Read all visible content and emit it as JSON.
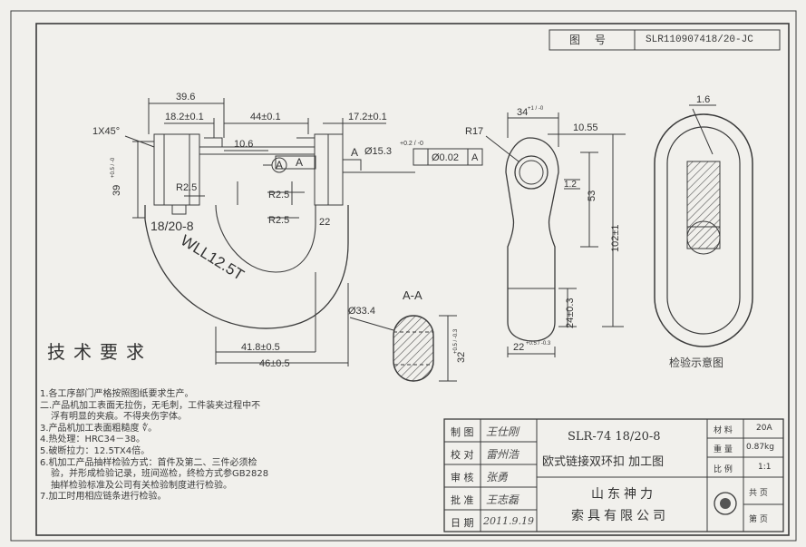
{
  "drawing_number": {
    "label": "图 号",
    "value": "SLR110907418/20-JC"
  },
  "dims_front": {
    "chamfer": "1X45°",
    "width_39_6": "39.6",
    "slot_18_2": "18.2±0.1",
    "center_44": "44±0.1",
    "lug_17_2": "17.2±0.1",
    "offset_10_6": "10.6",
    "height_39": "39",
    "height_39_tol": "+0.5 / -0",
    "radius_2_5_left": "R2.5",
    "radius_2_5_a": "R2.5",
    "radius_2_5_b": "R2.5",
    "dim_22": "22",
    "section_marker": "A",
    "datum_a": "A",
    "hole_dia": "Ø15.3",
    "hole_tol": "+0.2 / -0",
    "position_tol": "Ø0.02",
    "datum_ref": "A",
    "size_marking": "18/20-8",
    "wll_marking": "WLL12.5T",
    "dim_41_8": "41.8±0.5",
    "dim_46": "46±0.5"
  },
  "dims_side": {
    "width_34": "34",
    "width_34_tol": "+1 / -0",
    "radius_17": "R17",
    "dim_10_55": "10.55",
    "dim_1_2": "1.2",
    "dim_53": "53",
    "length_102": "102±1",
    "dim_24": "24±0.3",
    "dim_22": "22",
    "dim_22_tol": "+0.5 / -0.3"
  },
  "section_aa": {
    "label": "A-A",
    "dia": "Ø33.4",
    "height_32": "32",
    "height_32_tol": "+0.5 / -0.3"
  },
  "inspection": {
    "dim_1_6": "1.6",
    "caption": "检验示意图"
  },
  "notes": {
    "title": "技术要求",
    "items": [
      {
        "text": "1.各工序部门严格按照图纸要求生产。"
      },
      {
        "text": "二.产品机加工表面无拉伤，无毛刺，工件装夹过程中不"
      },
      {
        "text": "浮有明显的夹痕。不得夹伤字体。",
        "cont": true
      },
      {
        "text": "3.产品机加工表面粗糙度 ∜。"
      },
      {
        "text": "4.热处理：HRC34－38。"
      },
      {
        "text": "5.破断拉力：12.5TX4倍。"
      },
      {
        "text": "6.机加工产品抽样检验方式：首件及第二、三件必须检"
      },
      {
        "text": "验，并形成检验记录，班间巡检，终检方式参GB2828",
        "cont": true
      },
      {
        "text": "抽样检验标准及公司有关检验制度进行检验。",
        "cont": true
      },
      {
        "text": "7.加工时用相应链条进行检验。"
      }
    ]
  },
  "title_block": {
    "roles": [
      "制 图",
      "校 对",
      "审 核",
      "批 准",
      "日 期"
    ],
    "signatures": [
      "王仕刚",
      "雷州浩",
      "张勇",
      "王志磊",
      "2011.9.19"
    ],
    "part_code": "SLR-74 18/20-8",
    "part_name": "欧式链接双环扣 加工图",
    "company_line1": "山东神力",
    "company_line2": "索具有限公司",
    "props": [
      {
        "label": "材 料",
        "value": "20A"
      },
      {
        "label": "重 量",
        "value": "0.87kg"
      },
      {
        "label": "比 例",
        "value": "1:1"
      }
    ],
    "sheets_total": "共 页",
    "sheet_no": "第 页"
  },
  "colors": {
    "paper": "#f1f0ec",
    "ink": "#3b3b3b",
    "hatch": "#555555"
  }
}
